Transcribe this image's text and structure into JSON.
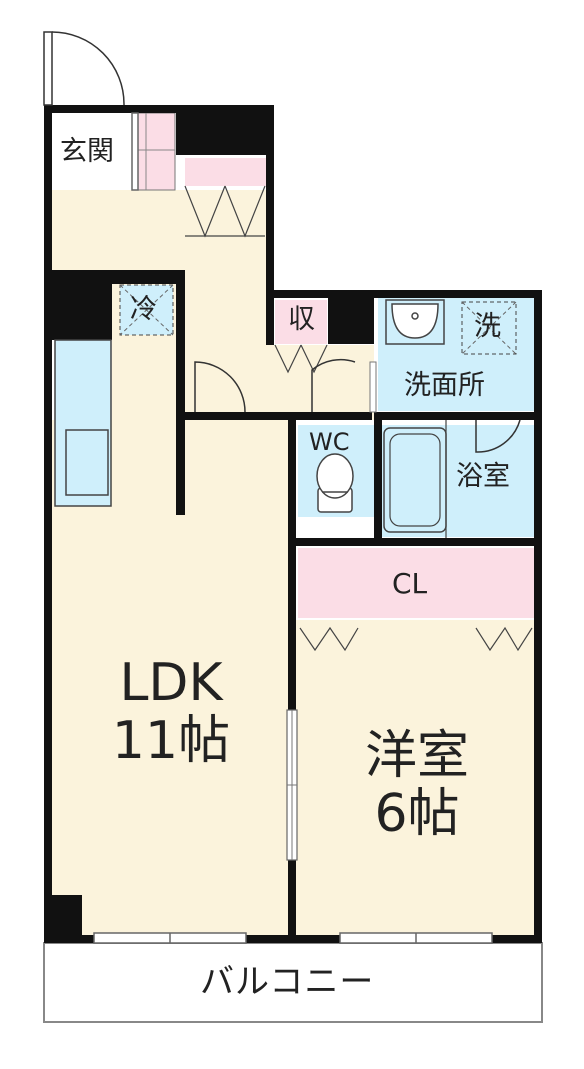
{
  "rooms": {
    "entrance": "玄関",
    "fridge": "冷",
    "storage": "収",
    "washer": "洗",
    "washroom": "洗面所",
    "wc": "WC",
    "bath": "浴室",
    "closet": "CL",
    "ldk_name": "LDK",
    "ldk_size": "11帖",
    "western_name": "洋室",
    "western_size": "6帖",
    "balcony": "バルコニー"
  },
  "colors": {
    "wall": "#111111",
    "floor": "#fbf3dc",
    "wet": "#cfeffb",
    "pink": "#fbdde6"
  }
}
